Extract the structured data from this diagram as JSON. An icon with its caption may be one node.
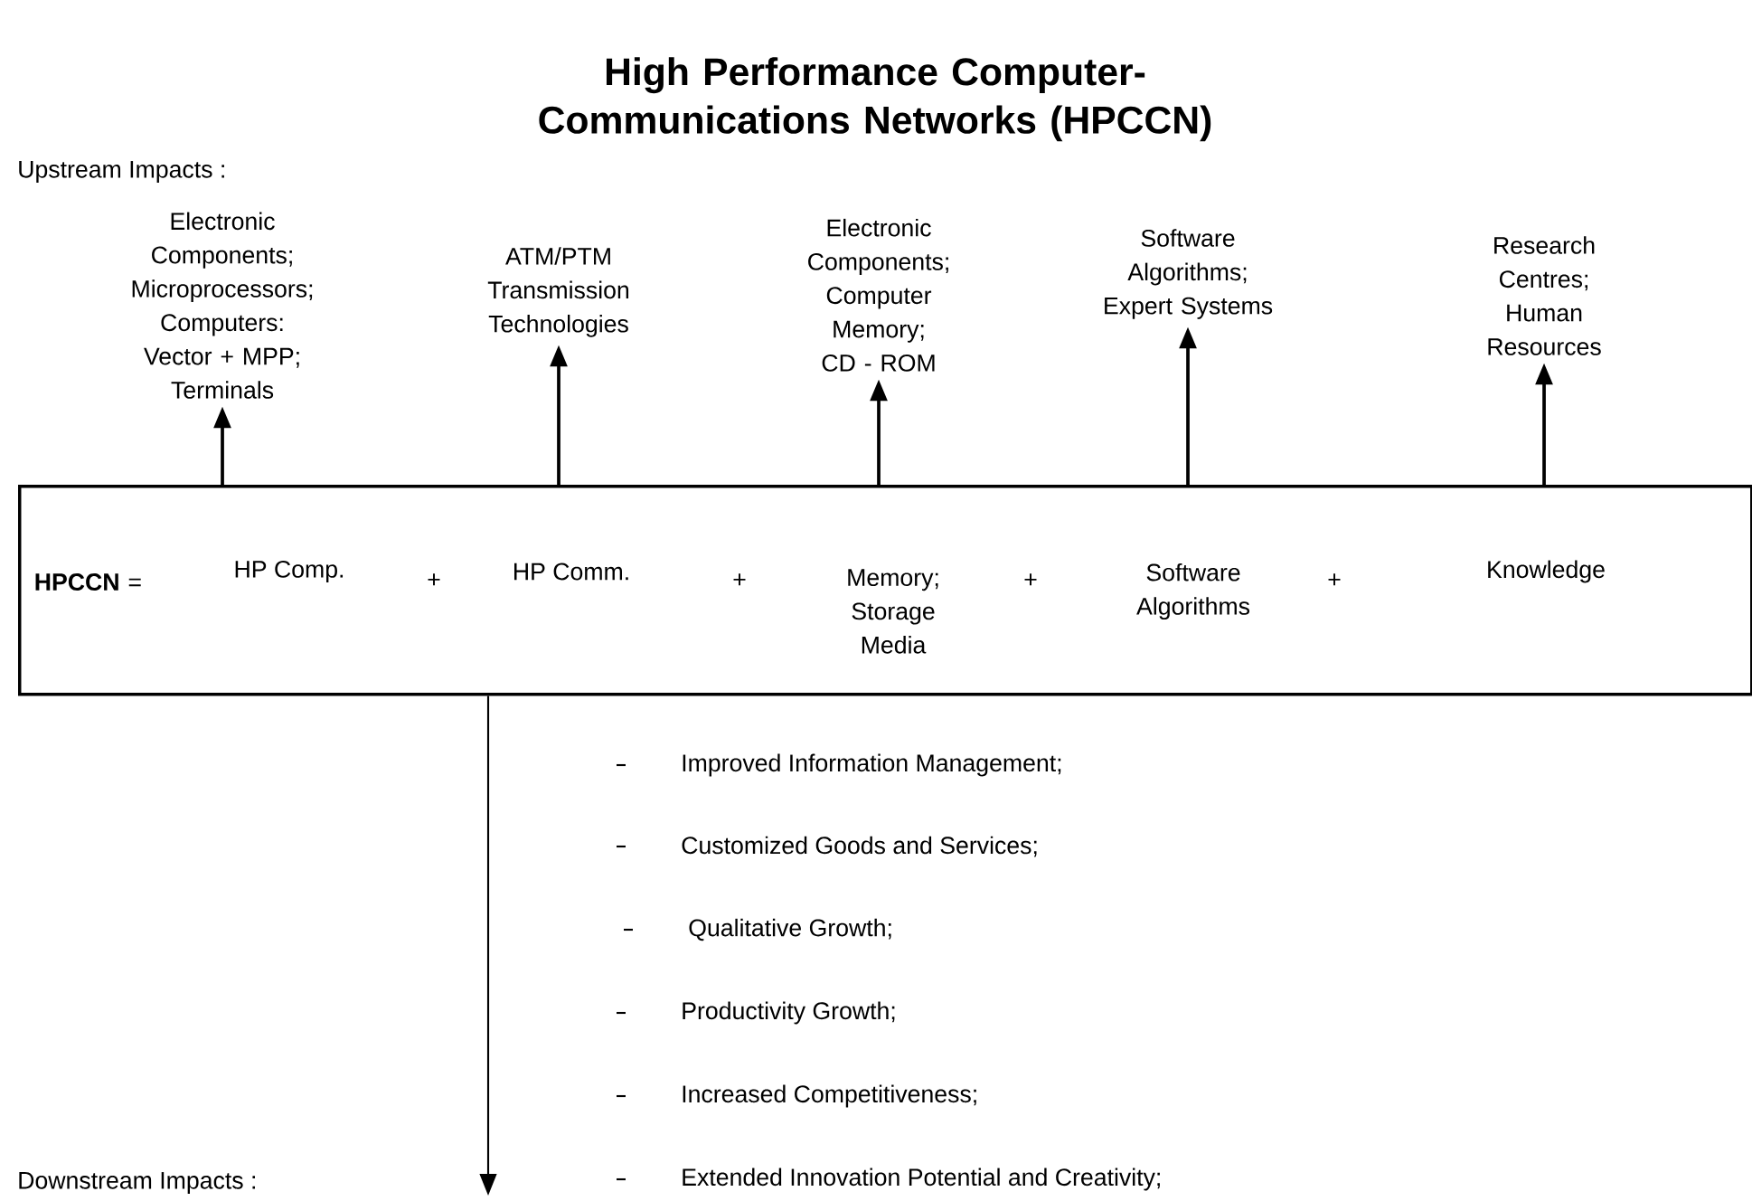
{
  "diagram": {
    "title": "High Performance Computer-Communications Networks (HPCCN)",
    "nodes": [
      {
        "text": [
          "**HPCCN** ="
        ]
      },
      {
        "text": [
          "HP Comp."
        ],
        "in": 0
      },
      {
        "text": [
          "HP Comm."
        ],
        "in": 0
      },
      {
        "text": [
          "Memory; Storage Media"
        ],
        "in": 0
      },
      {
        "text": [
          "Software Algorithms"
        ],
        "in": 0
      },
      {
        "text": [
          "Knowledge"
        ],
        "in": 0
      },
      {
        "text": [
          "Electronic Components; Microprocessors; Computers: Vector + MPP; Terminals"
        ]
      },
      {
        "text": [
          "ATM/PTM Transmission Technologies"
        ]
      },
      {
        "text": [
          "Electronic Components; Computer Memory; CD - ROM"
        ]
      },
      {
        "text": [
          "Software Algorithms; Expert Systems"
        ]
      },
      {
        "text": [
          "Research Centres; Human Resources"
        ]
      }
    ],
    "edges": [
      {
        "from": 0,
        "to": 6,
        "arrow": "to"
      },
      {
        "from": 0,
        "to": 7,
        "arrow": "to"
      },
      {
        "from": 0,
        "to": 8,
        "arrow": "to"
      },
      {
        "from": 0,
        "to": 9,
        "arrow": "to"
      },
      {
        "from": 0,
        "to": 10,
        "arrow": "to"
      },
      {
        "from": 0,
        "to": null,
        "arrow": "to"
      }
    ],
    "labels": [
      "Upstream Impacts :",
      "+",
      "+",
      "+",
      "+",
      "Improved Information Management;",
      "Customized Goods and Services;",
      "Qualitative Growth;",
      "Productivity Growth;",
      "Increased Competitiveness;",
      "Downstream Impacts :",
      "Extended Innovation Potential and Creativity;"
    ]
  }
}
